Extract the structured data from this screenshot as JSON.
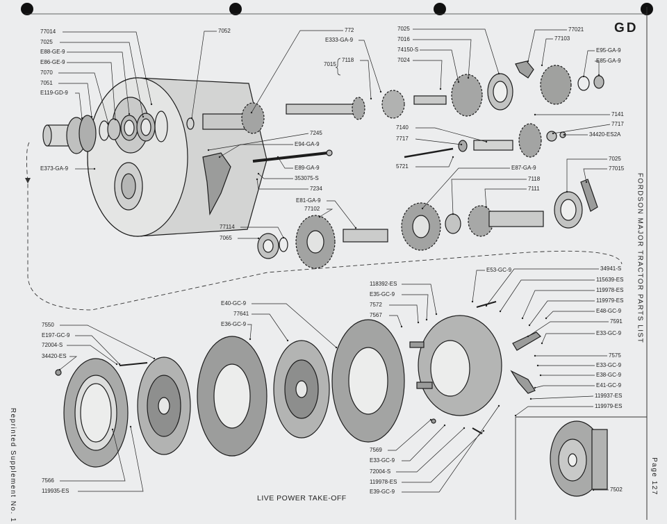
{
  "header": {
    "section_code": "GD",
    "side_title": "FORDSON MAJOR TRACTOR PARTS LIST"
  },
  "footer": {
    "page_label": "Page 127",
    "supplement_label": "Reprinted Supplement No. 1"
  },
  "caption": "LIVE POWER TAKE-OFF",
  "callouts": {
    "c77014": "77014",
    "c7025a": "7025",
    "cE88": "E88-GE-9",
    "cE86": "E86-GE-9",
    "c7070": "7070",
    "c7051": "7051",
    "cE119": "E119-GD-9",
    "cE373": "E373-GA-9",
    "c7052": "7052",
    "c772": "772",
    "cE333": "E333-GA-9",
    "c7015": "7015",
    "c7118a": "7118",
    "c7025b": "7025",
    "c7016": "7016",
    "c74150": "74150-S",
    "c7024": "7024",
    "c77021": "77021",
    "c77103": "77103",
    "cE95": "E95-GA-9",
    "cE85": "E85-GA-9",
    "c7245": "7245",
    "cE94": "E94-GA-9",
    "cE89": "E89-GA-9",
    "c353075": "353075-S",
    "c7234": "7234",
    "c7141": "7141",
    "c7717a": "7717",
    "c34420a": "34420-ES2A",
    "c7140": "7140",
    "c7717b": "7717",
    "c5721": "5721",
    "cE87": "E87-GA-9",
    "c7118b": "7118",
    "c7111": "7111",
    "c7025c": "7025",
    "c77015": "77015",
    "cE81": "E81-GA-9",
    "c77102": "77102",
    "c77114": "77114",
    "c7065": "7065",
    "cE53": "E53-GC-9",
    "c34941": "34941-S",
    "c115639": "115639-ES",
    "c119978a": "119978-ES",
    "c119979a": "119979-ES",
    "cE48": "E48-GC-9",
    "c7591": "7591",
    "cE33a": "E33-GC-9",
    "c7575": "7575",
    "cE33b": "E33-GC-9",
    "cE38": "E38-GC-9",
    "cE41": "E41-GC-9",
    "c119937": "119937-ES",
    "c119979b": "119979-ES",
    "c118392": "118392-ES",
    "cE35": "E35-GC-9",
    "c7572": "7572",
    "c7567": "7567",
    "cE40": "E40-GC-9",
    "c77641": "77641",
    "cE36": "E36-GC-9",
    "c7550": "7550",
    "cE197": "E197-GC-9",
    "c72004a": "72004-S",
    "c34420b": "34420-ES",
    "c7569": "7569",
    "cE33c": "E33-GC-9",
    "c72004b": "72004-S",
    "c119978b": "119978-ES",
    "cE39": "E39-GC-9",
    "c7566": "7566",
    "c119935": "119935-ES",
    "c7502": "7502"
  }
}
